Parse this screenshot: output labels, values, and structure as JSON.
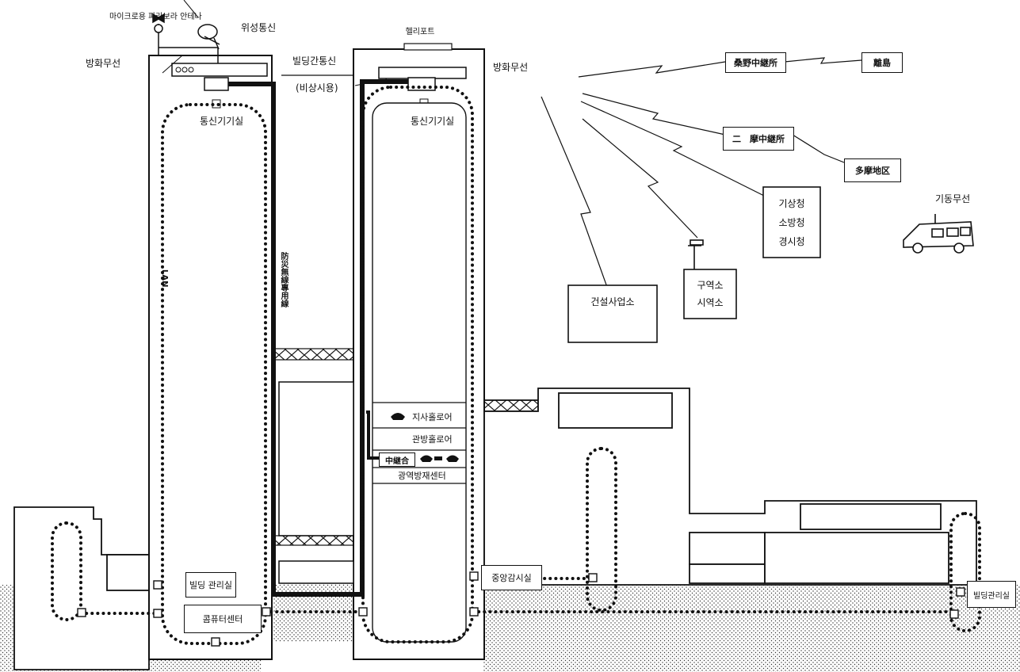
{
  "labels": {
    "antenna": "마이크로용 파라보라 안테나",
    "satellite": "위성통신",
    "disaster_radio_left": "방화무선",
    "building_link": "빌딩간통신",
    "building_link_sub": "(비상시용)",
    "heliport": "헬리포트",
    "disaster_radio_right": "방화무선",
    "equip_room_left": "통신기기실",
    "equip_room_right": "통신기기실",
    "lan": "LAN",
    "dedicated_line": "防災無線專用線",
    "branch_floor": "지사홀로어",
    "official_floor": "관방홀로어",
    "relay_box": "中継合",
    "regional_center": "광역방재센터",
    "bldg_mgmt_left": "빌딩 관리실",
    "computer_center": "콤퓨터센터",
    "central_monitor": "중앙감시실",
    "bldg_mgmt_right": "빌딩관리실",
    "mobile_radio": "기동무선"
  },
  "remote_stations": {
    "relay1": "桑野中継所",
    "island": "離島",
    "relay2": "二　摩中継所",
    "tama": "多摩地区",
    "agencies": [
      "기상청",
      "소방청",
      "경시청"
    ],
    "ward_office": [
      "구역소",
      "시역소"
    ],
    "construction_office": "건설사업소"
  }
}
